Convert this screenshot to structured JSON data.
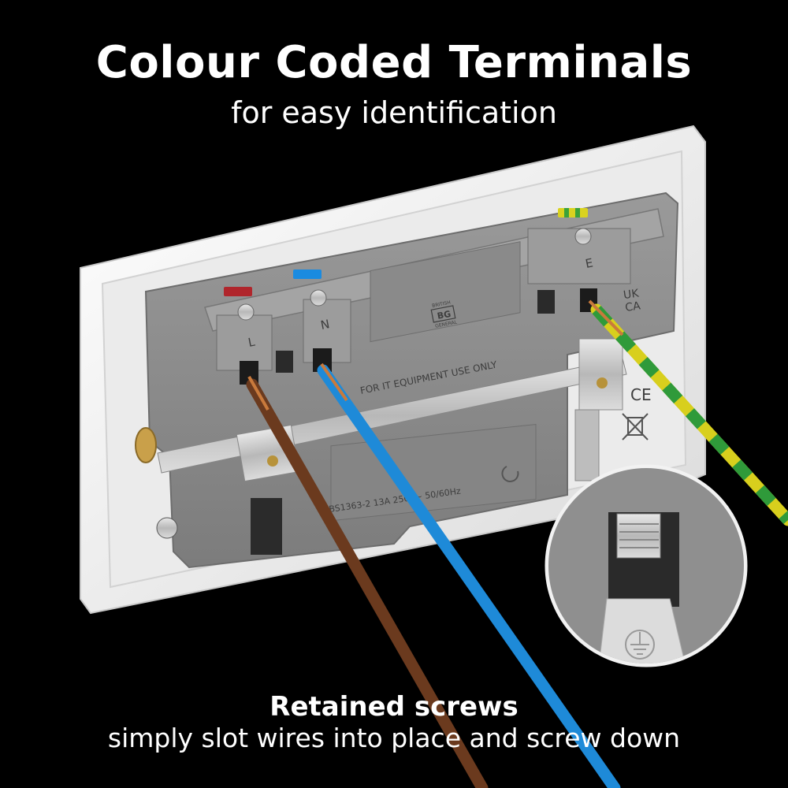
{
  "headline": "Colour Coded Terminals",
  "subheadline": "for easy identification",
  "caption": {
    "title": "Retained screws",
    "text": "simply slot wires into place and screw down"
  },
  "socket": {
    "terminal_labels": [
      "L",
      "N",
      "E"
    ],
    "brand_line1": "BRITISH",
    "brand_logo": "BG",
    "brand_line2": "GENERAL",
    "notice": "FOR IT EQUIPMENT USE ONLY",
    "rating": "BS1363-2  13A  250V~  50/60Hz",
    "ukca_top": "UK",
    "ukca_bottom": "CA",
    "ce_mark": "CE"
  },
  "colors": {
    "background": "#000000",
    "plate": "#f2f2f2",
    "housing": "#8c8c8c",
    "live_tag": "#b0262c",
    "neutral_tag": "#1a8be0",
    "earth_tag_yellow": "#d9d220",
    "earth_tag_green": "#3aa23a",
    "wire_live": "#6b3a1e",
    "wire_neutral": "#1e8ad8",
    "wire_earth_yellow": "#d8cf1d",
    "wire_earth_green": "#2f9a3a",
    "copper": "#c97a3c"
  },
  "icons": [
    "screw-icon",
    "earth-symbol-icon",
    "weee-bin-icon",
    "recycle-icon"
  ]
}
